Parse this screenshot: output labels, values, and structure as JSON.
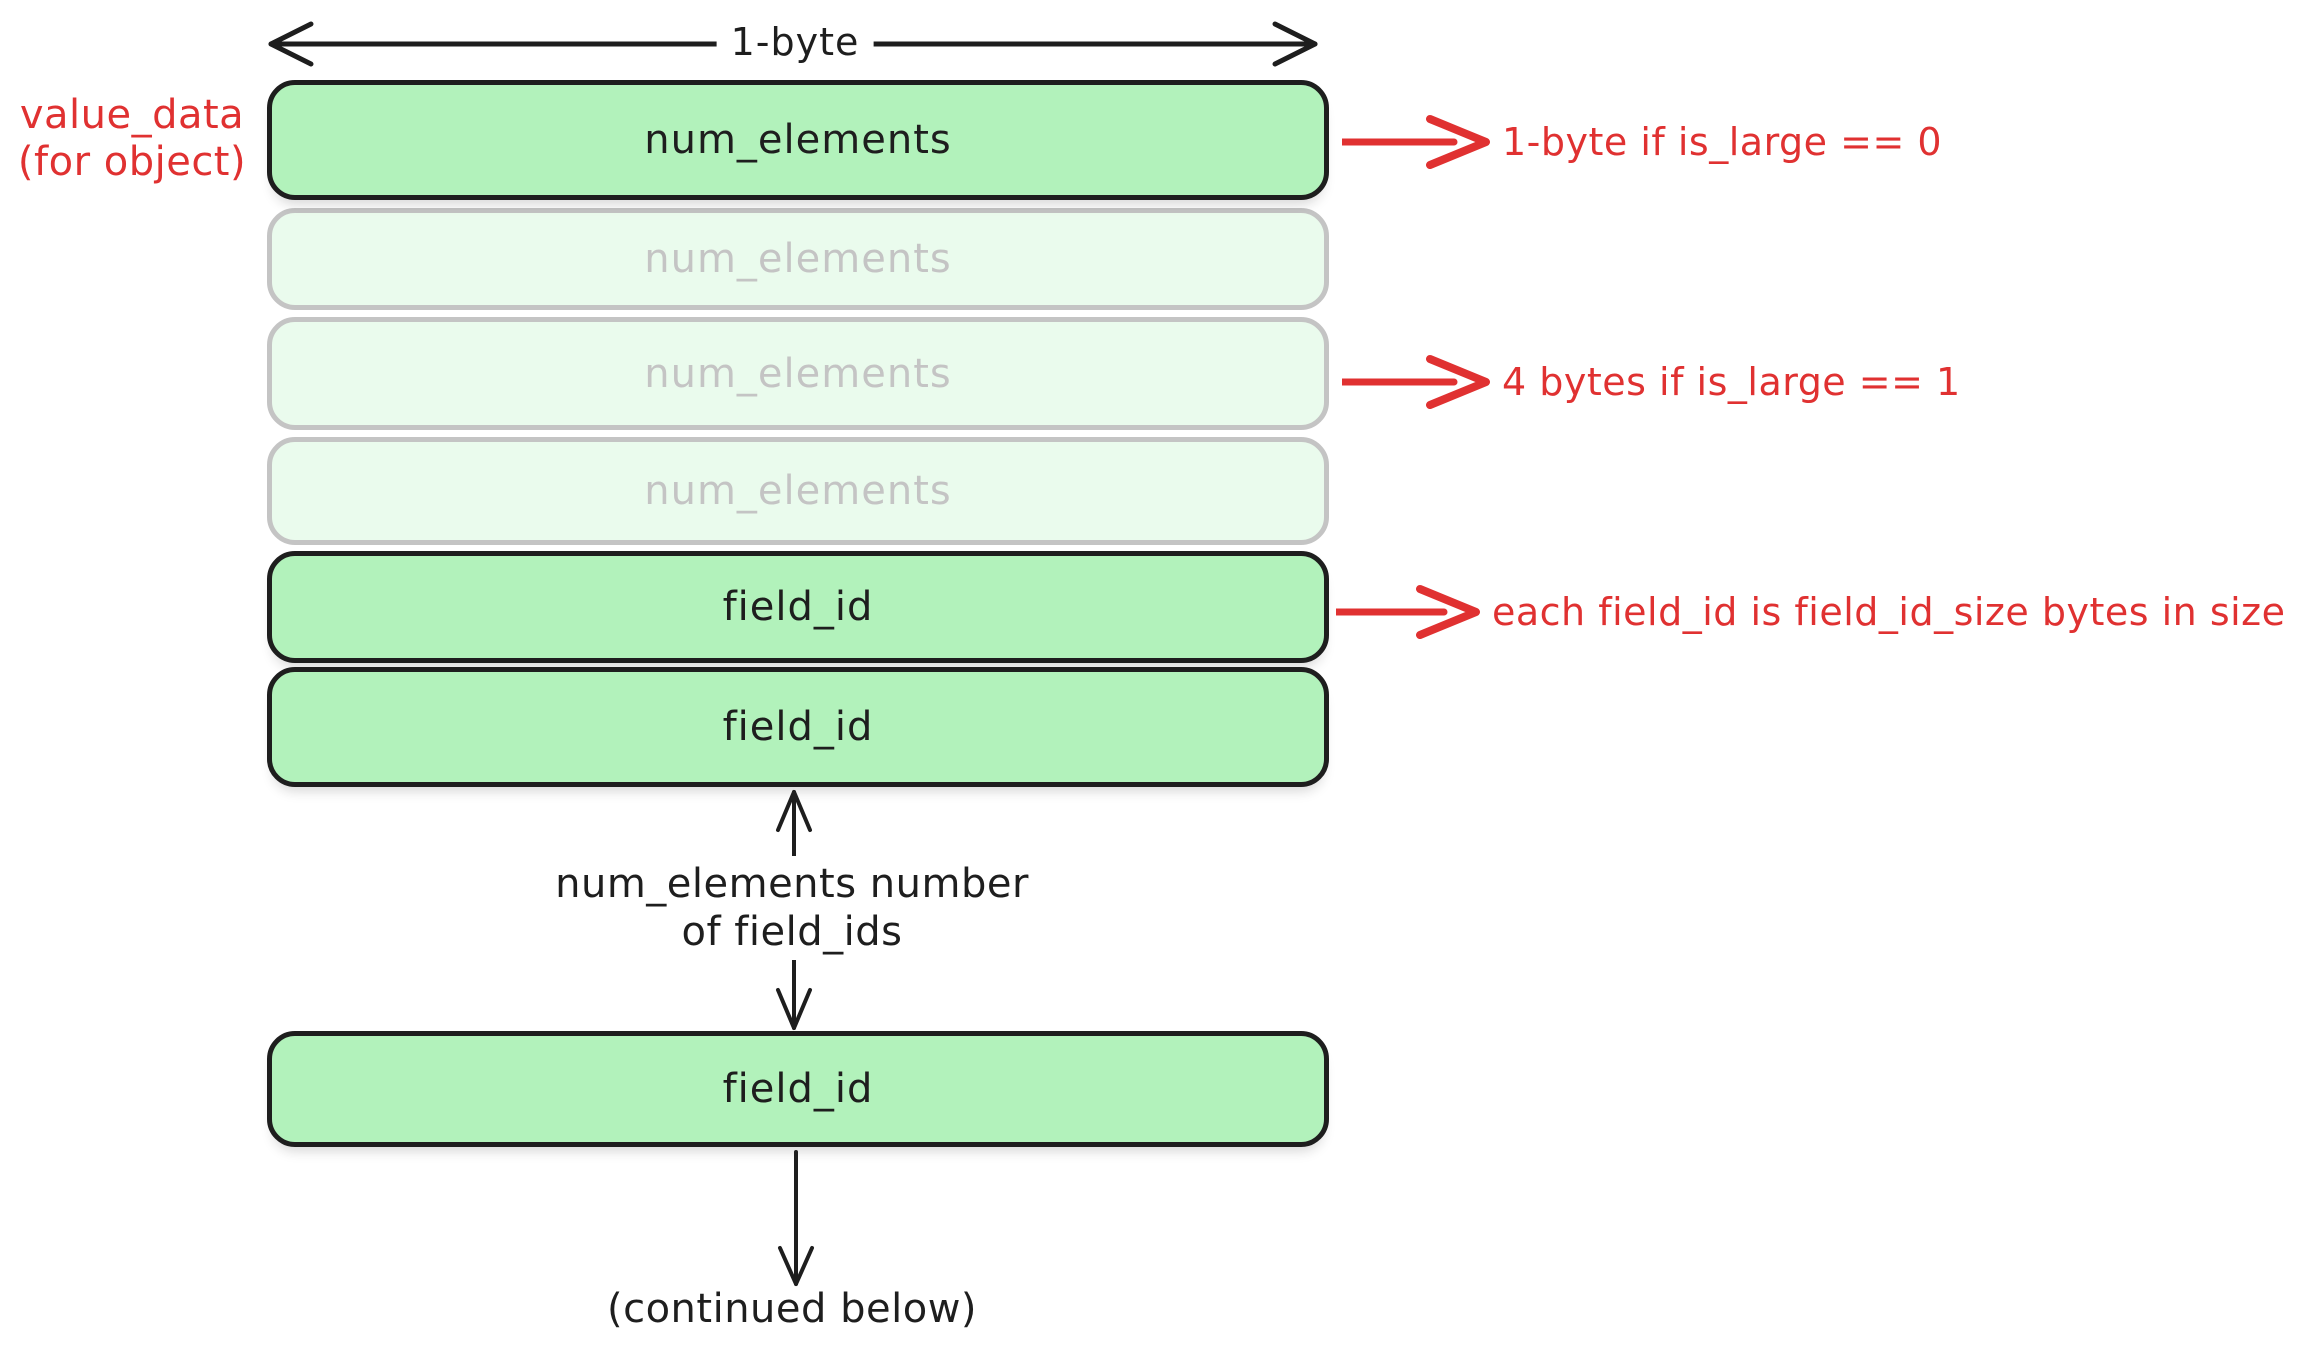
{
  "colors": {
    "box_fill_green": "#b2f2bb",
    "stroke_ink": "#1e1e1e",
    "annotation_red": "#e03131",
    "background": "#ffffff"
  },
  "diagram": {
    "side_label": {
      "line1": "value_data",
      "line2": "(for object)"
    },
    "top_dimension_label": "1-byte",
    "boxes": [
      {
        "label": "num_elements",
        "state": "solid"
      },
      {
        "label": "num_elements",
        "state": "faded"
      },
      {
        "label": "num_elements",
        "state": "faded"
      },
      {
        "label": "num_elements",
        "state": "faded"
      },
      {
        "label": "field_id",
        "state": "solid"
      },
      {
        "label": "field_id",
        "state": "solid"
      },
      {
        "label": "field_id",
        "state": "solid"
      }
    ],
    "annotations": [
      {
        "text": "1-byte if is_large == 0"
      },
      {
        "text": "4 bytes if is_large == 1"
      },
      {
        "text": "each field_id is field_id_size bytes in size"
      }
    ],
    "middle_arrow_label": {
      "line1": "num_elements number",
      "line2": "of field_ids"
    },
    "bottom_label": "(continued below)"
  }
}
